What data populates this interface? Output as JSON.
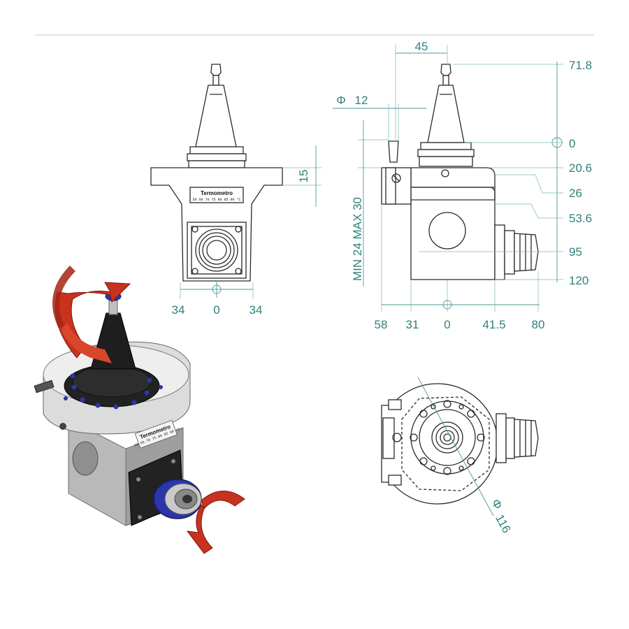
{
  "front_view": {
    "plate_title": "Termometro",
    "plate_scale": "50 60 70 75 80 85 90 °C",
    "dim_flange": "15",
    "dim_left": "34",
    "dim_center": "0",
    "dim_right": "34"
  },
  "side_view": {
    "dim_top": "45",
    "phi_symbol": "Φ",
    "dim_pin_diameter": "12",
    "dim_vertical_label": "MIN 24 MAX 30",
    "right_dims": [
      "71.8",
      "0",
      "20.6",
      "26",
      "53.6",
      "95",
      "120"
    ],
    "bottom_dims": [
      "58",
      "31",
      "0",
      "41.5",
      "80"
    ]
  },
  "top_view": {
    "phi_symbol": "Φ",
    "dim_diameter": "116"
  },
  "iso_view": {
    "plate_title": "Termometro",
    "plate_scale": "50 60 70 75 80 85 90 °C"
  },
  "colors": {
    "dimension": "#2f7f7a",
    "rotation_arrow": "#c8321e",
    "body_metal": "#d9d9d9",
    "bolt_accent": "#2b36a8"
  }
}
